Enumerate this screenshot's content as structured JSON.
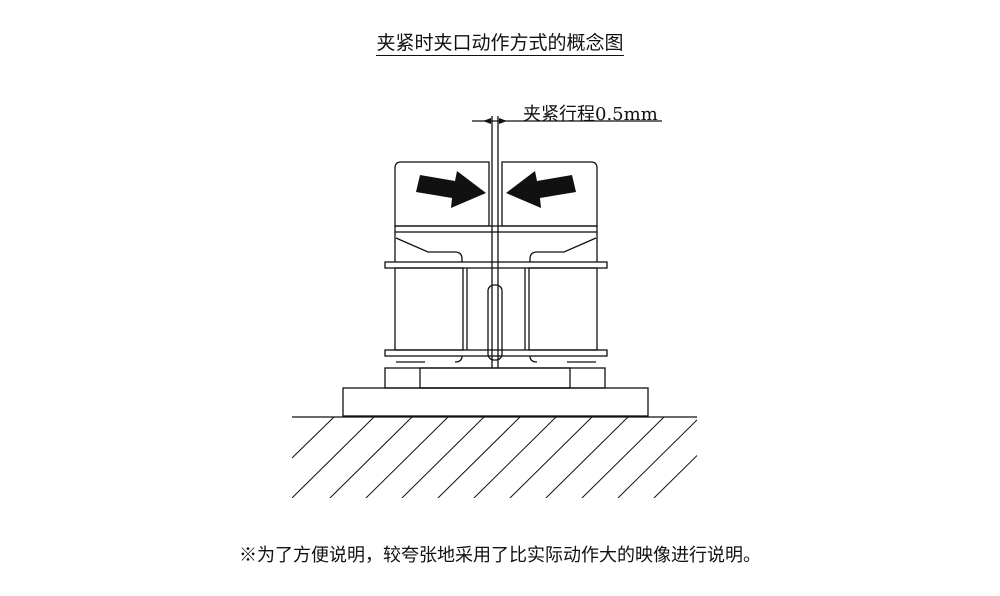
{
  "title": "夹紧时夹口动作方式的概念图",
  "annotation": "夹紧行程0.5mm",
  "footnote": "※为了方便说明，较夸张地采用了比实际动作大的映像进行说明。"
}
